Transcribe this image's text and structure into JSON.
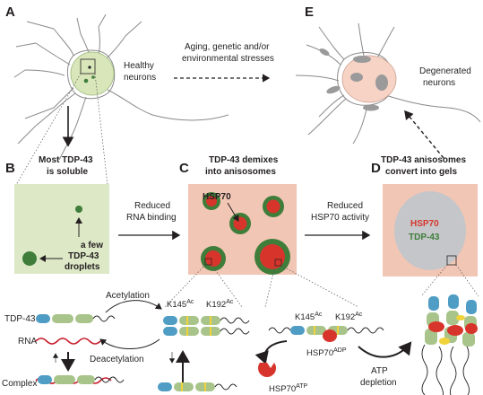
{
  "panels": {
    "A": {
      "letter": "A",
      "label": "Healthy neurons"
    },
    "E": {
      "letter": "E",
      "label": "Degenerated neurons"
    },
    "B": {
      "letter": "B",
      "title": "Most TDP-43 is soluble",
      "title_line1": "Most TDP-43",
      "title_line2": "is soluble",
      "droplet_line1": "a few",
      "droplet_line2": "TDP-43",
      "droplet_line3": "droplets"
    },
    "C": {
      "letter": "C",
      "title_line1": "TDP-43 demixes",
      "title_line2": "into anisosomes",
      "hsp_label": "HSP70"
    },
    "D": {
      "letter": "D",
      "title_line1": "TDP-43 anisosomes",
      "title_line2": "convert into gels",
      "hsp_label": "HSP70",
      "tdp_label": "TDP-43"
    }
  },
  "arrows": {
    "stress_line1": "Aging, genetic and/or",
    "stress_line2": "environmental stresses",
    "b_to_c_line1": "Reduced",
    "b_to_c_line2": "RNA binding",
    "c_to_d_line1": "Reduced",
    "c_to_d_line2": "HSP70 activity"
  },
  "bottom": {
    "tdp43": "TDP-43",
    "rna": "RNA",
    "complex": "Complex",
    "acetylation": "Acetylation",
    "deacetylation": "Deacetylation",
    "k145": "K145",
    "k192": "K192",
    "ac": "Ac",
    "hsp70": "HSP70",
    "adp": "ADP",
    "atp": "ATP",
    "atp_depletion_line1": "ATP",
    "atp_depletion_line2": "depletion"
  },
  "colors": {
    "panel_green": "#dde8c6",
    "panel_pink": "#f2c6b5",
    "droplet_green": "#3f7d3a",
    "hsp_red": "#d7352b",
    "gel_gray": "#c4c6c9",
    "domain_blue": "#4f9dc4",
    "domain_green": "#a8c48a",
    "acetyl_yellow": "#f0d23a",
    "rna_red": "#c8202f",
    "cell_green": "#d8e6b9",
    "cell_pink": "#f7d3c6"
  }
}
